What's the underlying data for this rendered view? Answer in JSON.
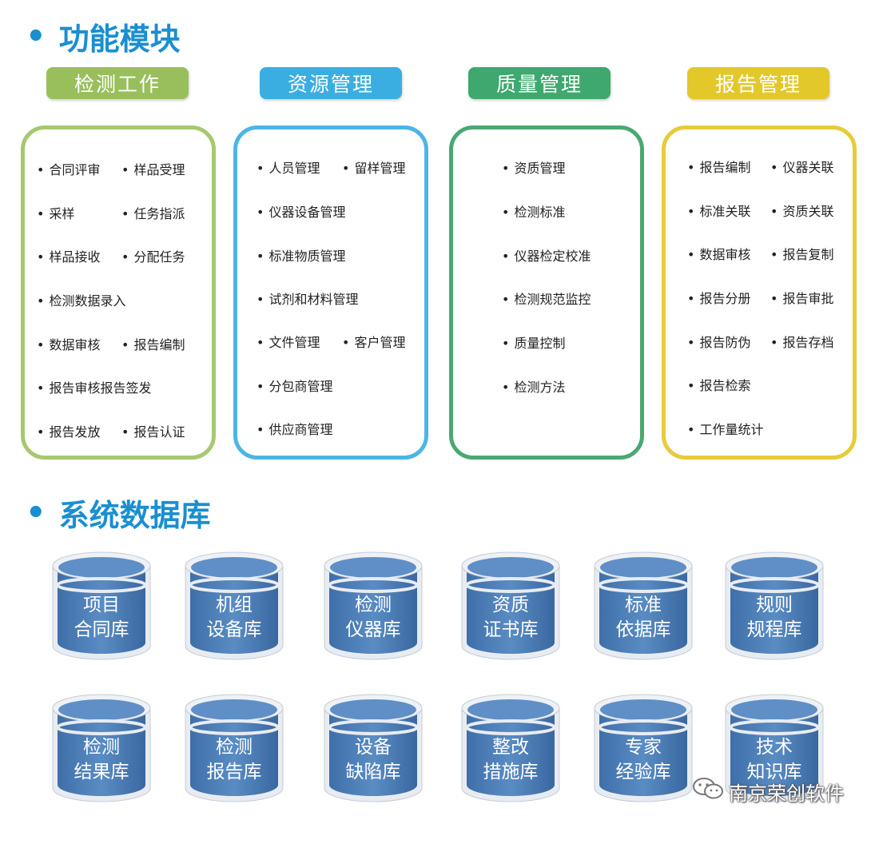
{
  "sections": {
    "modules_title": "功能模块",
    "db_title": "系统数据库"
  },
  "categories": [
    {
      "title": "检测工作",
      "color": "#99bf5d",
      "items": [
        "合同评审",
        "样品受理",
        "采样",
        "任务指派",
        "样品接收",
        "分配任务",
        "检测数据录入",
        "数据审核",
        "报告编制",
        "报告审核报告签发",
        "报告发放",
        "报告认证"
      ]
    },
    {
      "title": "资源管理",
      "color": "#3aaee0",
      "items": [
        "人员管理",
        "留样管理",
        "仪器设备管理",
        "标准物质管理",
        "试剂和材料管理",
        "文件管理",
        "客户管理",
        "分包商管理",
        "供应商管理"
      ]
    },
    {
      "title": "质量管理",
      "color": "#3fa86e",
      "items": [
        "资质管理",
        "检测标准",
        "仪器检定校准",
        "检测规范监控",
        "质量控制",
        "检测方法"
      ]
    },
    {
      "title": "报告管理",
      "color": "#e3c82a",
      "items": [
        "报告编制",
        "仪器关联",
        "标准关联",
        "资质关联",
        "数据审核",
        "报告复制",
        "报告分册",
        "报告审批",
        "报告防伪",
        "报告存档",
        "报告检索",
        "工作量统计"
      ]
    }
  ],
  "databases": [
    {
      "line1": "项目",
      "line2": "合同库"
    },
    {
      "line1": "机组",
      "line2": "设备库"
    },
    {
      "line1": "检测",
      "line2": "仪器库"
    },
    {
      "line1": "资质",
      "line2": "证书库"
    },
    {
      "line1": "标准",
      "line2": "依据库"
    },
    {
      "line1": "规则",
      "line2": "规程库"
    },
    {
      "line1": "检测",
      "line2": "结果库"
    },
    {
      "line1": "检测",
      "line2": "报告库"
    },
    {
      "line1": "设备",
      "line2": "缺陷库"
    },
    {
      "line1": "整改",
      "line2": "措施库"
    },
    {
      "line1": "专家",
      "line2": "经验库"
    },
    {
      "line1": "技术",
      "line2": "知识库"
    }
  ],
  "watermark": {
    "text": "南京荣创软件",
    "icon": "wechat-icon"
  }
}
